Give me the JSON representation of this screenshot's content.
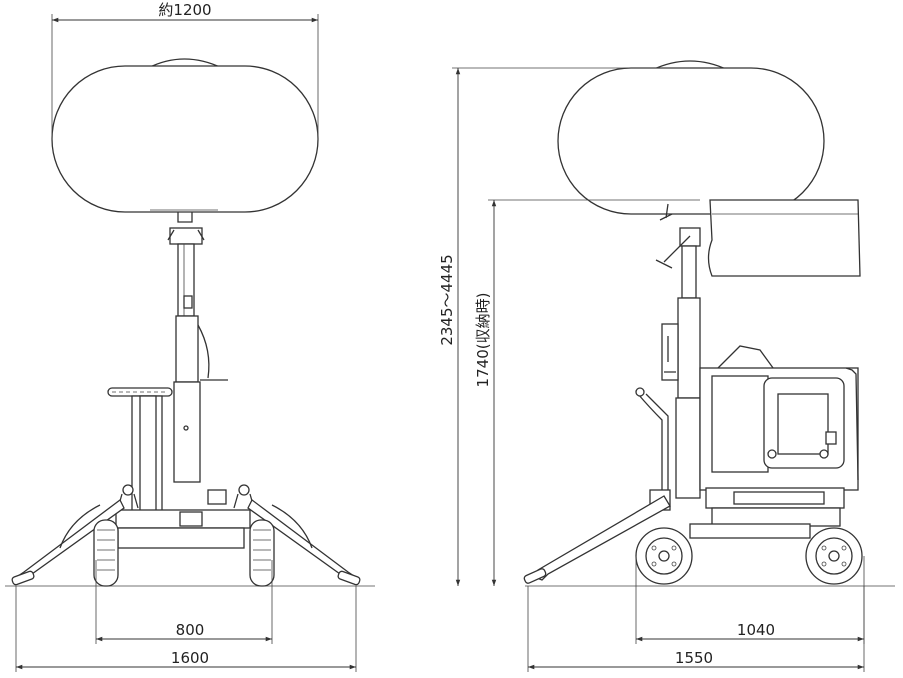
{
  "dimensions": {
    "balloon_width": "約1200",
    "height_range": "2345～4445",
    "stowed_height": "1740(収納時)",
    "wheel_track": "800",
    "outrigger_span": "1600",
    "wheelbase": "1040",
    "overall_length": "1550"
  }
}
